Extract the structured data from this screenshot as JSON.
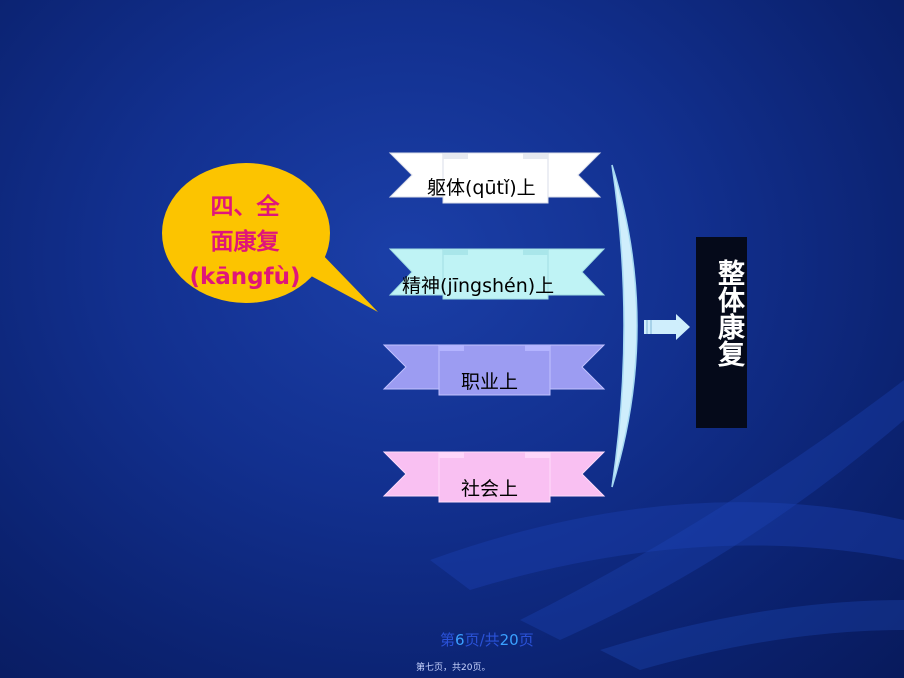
{
  "bubble": {
    "line1": "四、全",
    "line2": "面康复",
    "line3": "(kāngfù)"
  },
  "ribbons": [
    {
      "label": "躯体(qūtǐ)上",
      "color": "#ffffff"
    },
    {
      "label": "精神(jīngshén)上",
      "color": "#bff3f5"
    },
    {
      "label": "职业上",
      "color": "#9c9cf2"
    },
    {
      "label": "社会上",
      "color": "#f9c0f2"
    }
  ],
  "result": {
    "text": "整体康复"
  },
  "footer": {
    "page_prefix": "第",
    "page_num": "6",
    "page_mid": "页/共",
    "page_total": "20",
    "page_suffix": "页",
    "small": "第七页，共20页。"
  },
  "colors": {
    "bubble_fill": "#fcc400",
    "bubble_text": "#e0157a",
    "brace": "#cfeefc",
    "result_bg": "#050a1a"
  }
}
